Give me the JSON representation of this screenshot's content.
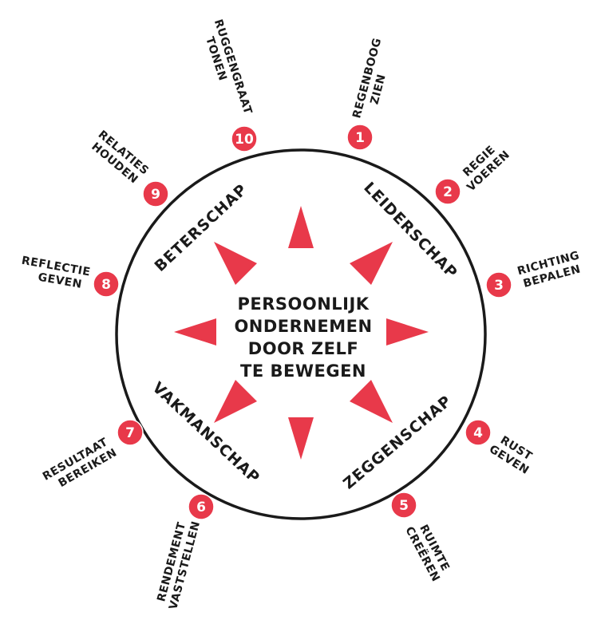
{
  "colors": {
    "accent": "#e8394a",
    "ink": "#1a1a1a",
    "background": "#ffffff"
  },
  "center": {
    "lines": [
      "PERSOONLIJK",
      "ONDERNEMEN",
      "DOOR ZELF",
      "TE BEWEGEN"
    ]
  },
  "quadrants": {
    "top_left": "BETERSCHAP",
    "top_right": "LEIDERSCHAP",
    "bottom_left": "VAKMANSCHAP",
    "bottom_right": "ZEGGENSCHAP"
  },
  "items": [
    {
      "number": "1",
      "line1": "REGENBOOG",
      "line2": "ZIEN"
    },
    {
      "number": "2",
      "line1": "REGIE",
      "line2": "VOEREN"
    },
    {
      "number": "3",
      "line1": "RICHTING",
      "line2": "BEPALEN"
    },
    {
      "number": "4",
      "line1": "RUST",
      "line2": "GEVEN"
    },
    {
      "number": "5",
      "line1": "RUIMTE",
      "line2": "CREËREN"
    },
    {
      "number": "6",
      "line1": "RENDEMENT",
      "line2": "VASTSTELLEN"
    },
    {
      "number": "7",
      "line1": "RESULTAAT",
      "line2": "BEREIKEN"
    },
    {
      "number": "8",
      "line1": "REFLECTIE",
      "line2": "GEVEN"
    },
    {
      "number": "9",
      "line1": "RELATIES",
      "line2": "HOUDEN"
    },
    {
      "number": "10",
      "line1": "RUGGENGRAAT",
      "line2": "TONEN"
    }
  ]
}
